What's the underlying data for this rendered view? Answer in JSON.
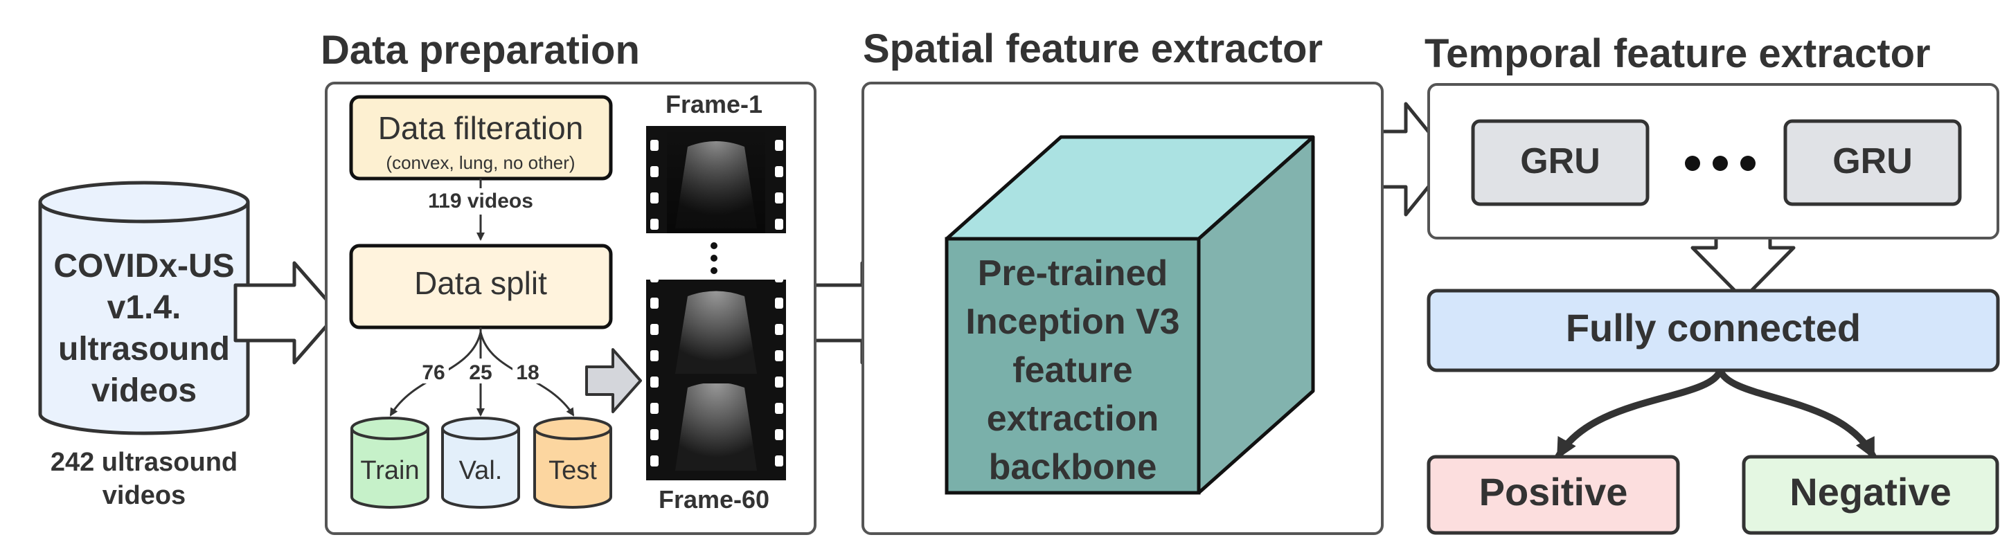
{
  "dataset": {
    "label_lines": [
      "COVIDx-US",
      "v1.4.",
      "ultrasound",
      "videos"
    ],
    "caption_lines": [
      "242 ultrasound",
      "videos"
    ]
  },
  "data_preparation": {
    "title": "Data preparation",
    "filtration": {
      "title": "Data filteration",
      "subtitle": "(convex, lung, no other)"
    },
    "filter_count": "119 videos",
    "split_title": "Data split",
    "split_counts": [
      "76",
      "25",
      "18"
    ],
    "splits": [
      "Train",
      "Val.",
      "Test"
    ],
    "frame_first": "Frame-1",
    "frame_last": "Frame-60"
  },
  "spatial": {
    "title": "Spatial feature extractor",
    "backbone_lines": [
      "Pre-trained",
      "Inception V3",
      "feature",
      "extraction",
      "backbone"
    ]
  },
  "temporal": {
    "title": "Temporal feature extractor",
    "gru_left": "GRU",
    "gru_right": "GRU",
    "fully_connected": "Fully connected",
    "positive": "Positive",
    "negative": "Negative"
  },
  "colors": {
    "stroke": "#333333",
    "cylinder_fill": "#eaf2fd",
    "filter_fill": "#fdf0d1",
    "split_fill": "#fff3dd",
    "train_fill": "#c6f1c9",
    "val_fill": "#e3effa",
    "test_fill": "#fcd6a0",
    "cube_front": "#7ab0aa",
    "cube_top": "#abe2e2",
    "cube_side": "#82b3ae",
    "gru_fill": "#e0e2e6",
    "fc_fill": "#d5e6fb",
    "positive_fill": "#fcdede",
    "negative_fill": "#e4f7e2"
  }
}
